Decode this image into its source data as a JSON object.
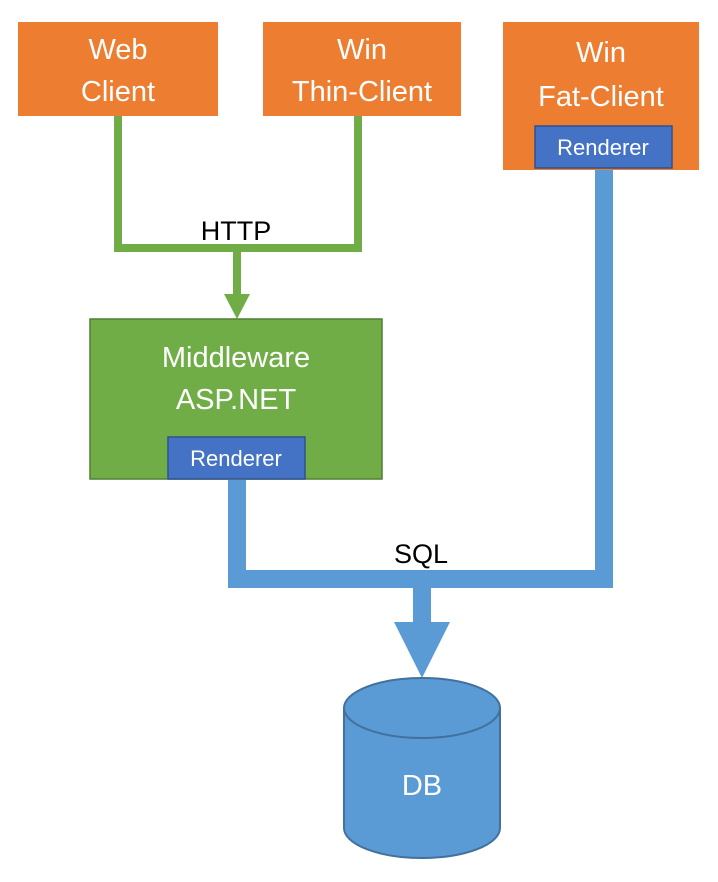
{
  "nodes": {
    "web_client": {
      "line1": "Web",
      "line2": "Client"
    },
    "win_thin_client": {
      "line1": "Win",
      "line2": "Thin-Client"
    },
    "win_fat_client": {
      "line1": "Win",
      "line2": "Fat-Client",
      "renderer": "Renderer"
    },
    "middleware": {
      "line1": "Middleware",
      "line2": "ASP.NET",
      "renderer": "Renderer"
    },
    "db": {
      "label": "DB"
    }
  },
  "connectors": {
    "http_label": "HTTP",
    "sql_label": "SQL"
  },
  "colors": {
    "client_fill": "#ED7D31",
    "middleware_fill": "#70AD47",
    "middleware_stroke": "#507E32",
    "renderer_fill": "#4472C4",
    "renderer_stroke": "#2F528F",
    "http_line": "#70AD47",
    "sql_line": "#5B9BD5",
    "db_fill": "#5B9BD5",
    "db_stroke": "#41719C"
  }
}
